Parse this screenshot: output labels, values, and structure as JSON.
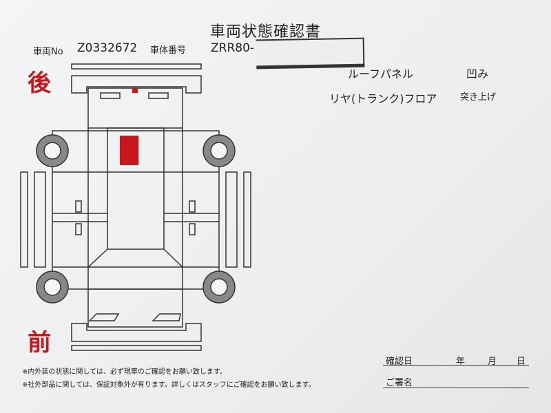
{
  "title": "車両状態確認書",
  "vehicle": {
    "no_label": "車両No",
    "no_value": "Z0332672",
    "chassis_label": "車体番号",
    "chassis_value": "ZRR80-"
  },
  "diagram": {
    "rear_label": "後",
    "front_label": "前",
    "accent_color": "#c8161d"
  },
  "notes": [
    {
      "part": "ルーフパネル",
      "condition": "凹み"
    },
    {
      "part": "リヤ(トランク)フロア",
      "condition": "突き上げ"
    }
  ],
  "footnotes": [
    "※内外装の状態に関しては、必ず現車のご確認をお願い致します。",
    "※社外部品に関しては、保証対象外が有ります。詳しくはスタッフにご確認をお願い致します。"
  ],
  "signature": {
    "date_label": "確認日",
    "year": "年",
    "month": "月",
    "day": "日",
    "name_label": "ご署名"
  }
}
